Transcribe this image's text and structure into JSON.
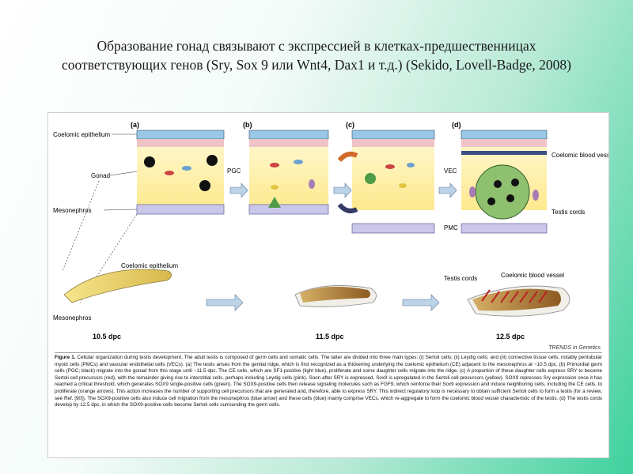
{
  "slide": {
    "title": "Образование гонад связывают с экспрессией в клетках-предшественницах соответствующих генов (Sry, Sox 9 или Wnt4, Dax1 и т.д.) (Sekido, Lovell-Badge, 2008)"
  },
  "figure": {
    "panels": [
      {
        "label": "(a)"
      },
      {
        "label": "(b)"
      },
      {
        "label": "(c)"
      },
      {
        "label": "(d)"
      }
    ],
    "labels": {
      "coelomic_epithelium": "Coelomic epithelium",
      "gonad": "Gonad",
      "pgc": "PGC",
      "mesonephros": "Mesonephros",
      "vec": "VEC",
      "pmc": "PMC",
      "coelomic_blood_vessel": "Coelomic blood vessel",
      "testis_cords": "Testis cords",
      "coelomic_epithelium_lower": "Coelomic epithelium",
      "mesonephros_lower": "Mesonephros",
      "testis_cords_lower": "Testis cords",
      "coelomic_blood_vessel_lower": "Coelomic blood vessel"
    },
    "stages": [
      "10.5 dpc",
      "11.5 dpc",
      "12.5 dpc"
    ],
    "credit": "TRENDS in Genetics",
    "caption": {
      "heading": "Figure 1.",
      "text": "Cellular organization during testis development. The adult testis is composed of germ cells and somatic cells. The latter are divided into three main types: (i) Sertoli cells; (ii) Leydig cells; and (iii) connective tissue cells, notably peritubular myoid cells (PMCs) and vascular endothelial cells (VECs). (a) The testis arises from the genital ridge, which is first recognized as a thickening underlying the coelomic epithelium (CE) adjacent to the mesonephros at ~10.5 dpc. (b) Primordial germ cells (PGC; black) migrate into the gonad from this stage until ~11.5 dpc. The CE cells, which are SF1-positive (light blue), proliferate and some daughter cells migrate into the ridge. (c) A proportion of these daughter cells express SRY to become Sertoli cell precursors (red), with the remainder giving rise to interstitial cells, perhaps including Leydig cells (pink). Soon after SRY is expressed, Sox9 is upregulated in the Sertoli cell precursors (yellow). SOX9 represses Sry expression once it has reached a critical threshold, which generates SOX9 single-positive cells (green). The SOX9-positive cells then release signaling molecules such as FGF9, which reinforce their Sox9 expression and induce neighboring cells, including the CE cells, to proliferate (orange arrows). This action increases the number of supporting cell precursors that are generated and, therefore, able to express SRY. This indirect regulatory loop is necessary to obtain sufficient Sertoli cells to form a testis (for a review, see Ref. [90]). The SOX9-positive cells also induce cell migration from the mesonephros (blue arrow) and these cells (blue) mainly comprise VECs, which re-aggregate to form the coelomic blood vessel characteristic of the testis. (d) The testis cords develop by 12.5 dpc, in which the SOX9-positive cells become Sertoli cells surrounding the germ cells."
    }
  }
}
